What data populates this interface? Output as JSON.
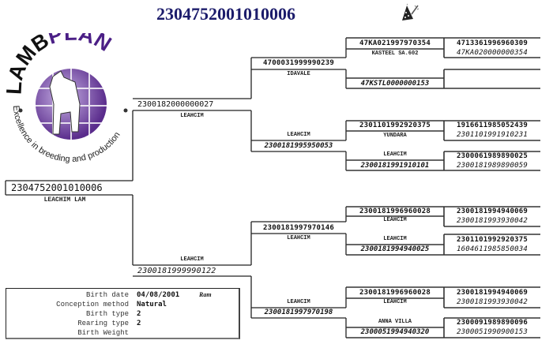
{
  "title": "2304752001010006",
  "logo": {
    "brand": "LAMBPLAN",
    "tagline": "Excellence in breeding and production"
  },
  "subject": {
    "id": "2304752001010006",
    "name": "LEACHIM LAM"
  },
  "sire": {
    "id": "2300182000000027",
    "name": "LEAHCIM"
  },
  "dam": {
    "id": "2300181999990122",
    "name": "LEAHCIM"
  },
  "gen2": [
    {
      "id": "4700031999990239",
      "name": "IDAVALE"
    },
    {
      "id": "2300181995950053",
      "name": "LEAHCIM"
    },
    {
      "id": "2300181997970146",
      "name": "LEAHCIM"
    },
    {
      "id": "2300181997970198",
      "name": "LEAHCIM"
    }
  ],
  "gen3": [
    {
      "id": "47KA021997970354",
      "name": "KASTEEL SA.602"
    },
    {
      "id": "47KSTL0000000153",
      "name": ""
    },
    {
      "id": "2301101992920375",
      "name": "YUNDARA"
    },
    {
      "id": "2300181991910101",
      "name": "LEAHCIM"
    },
    {
      "id": "2300181996960028",
      "name": "LEAHCIM"
    },
    {
      "id": "2300181994940025",
      "name": "LEAHCIM"
    },
    {
      "id": "2300181996960028",
      "name": "LEAHCIM"
    },
    {
      "id": "2300051994940320",
      "name": "ANNA VILLA"
    }
  ],
  "gen4": [
    {
      "sire": "4713361996960309",
      "dam": "47KA020000000354"
    },
    {
      "sire": "",
      "dam": ""
    },
    {
      "sire": "1916611985052439",
      "dam": "2301101991910231"
    },
    {
      "sire": "2300061989890025",
      "dam": "2300181989890059"
    },
    {
      "sire": "2300181994940069",
      "dam": "2300181993930042"
    },
    {
      "sire": "2301101992920375",
      "dam": "1604611985850034"
    },
    {
      "sire": "2300181994940069",
      "dam": "2300181993930042"
    },
    {
      "sire": "2300091989890096",
      "dam": "2300051990900153"
    }
  ],
  "info": {
    "birth_date_label": "Birth date",
    "birth_date": "04/08/2001",
    "sex": "Ram",
    "conception_label": "Conception method",
    "conception": "Natural",
    "birth_type_label": "Birth type",
    "birth_type": "2",
    "rearing_type_label": "Rearing type",
    "rearing_type": "2",
    "birth_weight_label": "Birth Weight",
    "birth_weight": ""
  }
}
